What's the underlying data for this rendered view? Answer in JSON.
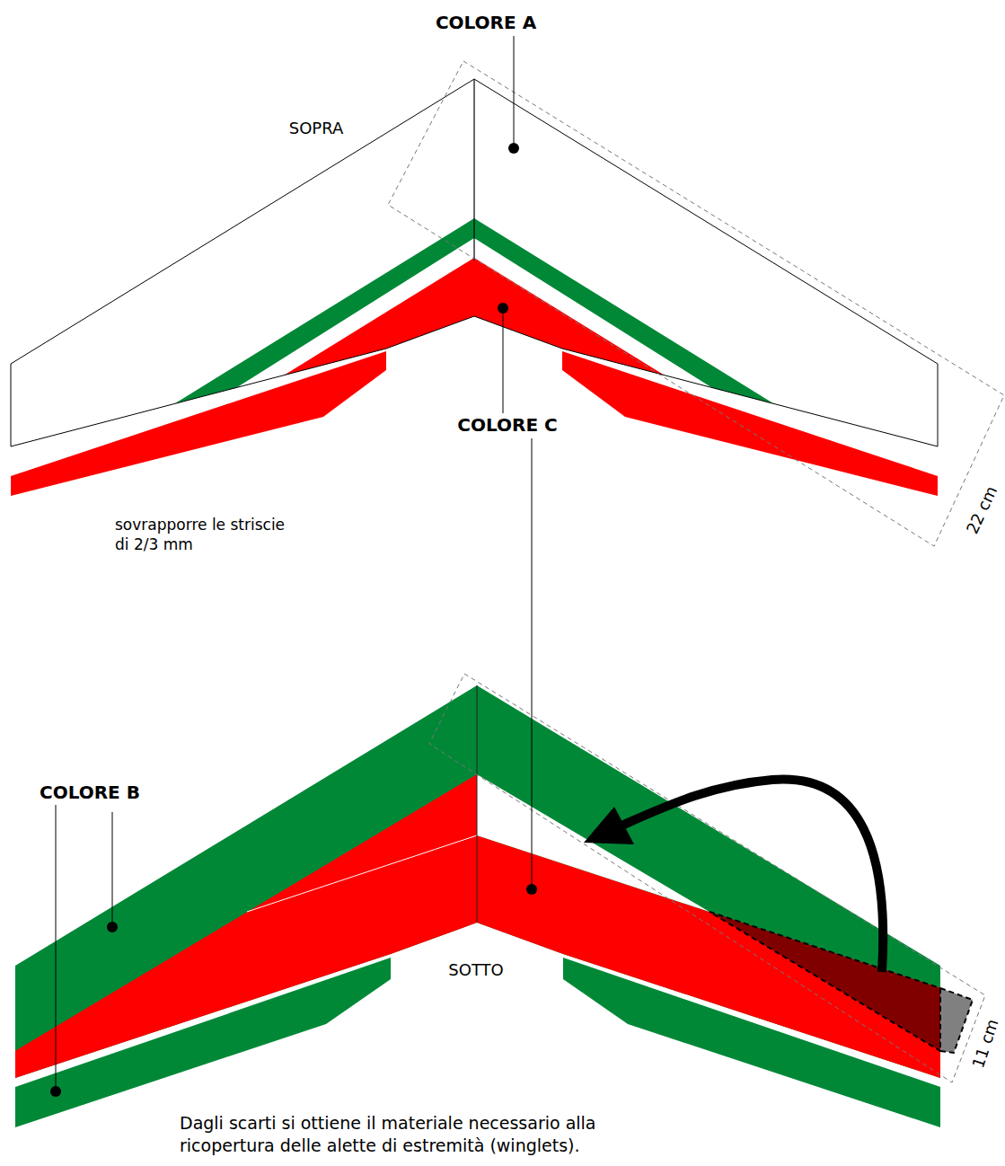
{
  "diagram": {
    "labels": [
      "COLORE A",
      "SOPRA",
      "COLORE C",
      "22 cm",
      "sovrapporre le striscie di 2/3 mm",
      "COLORE B",
      "SOTTO",
      "11 cm",
      "Dagli scarti si ottiene il materiale necessario alla ricopertura delle alette di estremità (winglets)."
    ]
  }
}
